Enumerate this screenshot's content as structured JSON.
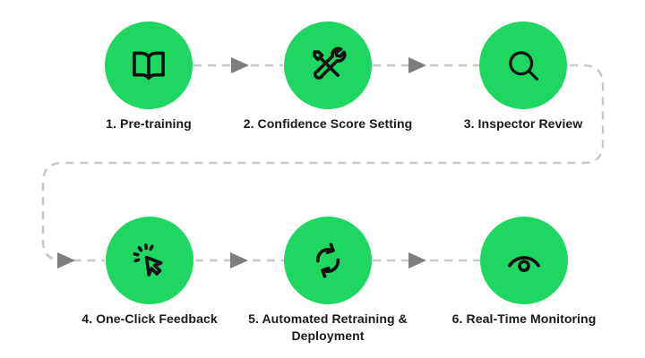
{
  "diagram": {
    "title": "model lifecycle flow",
    "colors": {
      "accent_green": "#1ed760",
      "icon_color": "#111111",
      "label_color": "#1a1a1a",
      "connector_color": "#c9c9c9",
      "arrowhead_color": "#7d7d7d",
      "background": "#ffffff"
    },
    "connector_style": "dashed",
    "steps": [
      {
        "label": "1. Pre-training",
        "icon": "open-book-icon"
      },
      {
        "label": "2. Confidence Score Setting",
        "icon": "crossed-tools-icon"
      },
      {
        "label": "3. Inspector Review",
        "icon": "magnifier-icon"
      },
      {
        "label": "4. One-Click Feedback",
        "icon": "cursor-click-icon"
      },
      {
        "label": "5. Automated Retraining & Deployment",
        "icon": "sync-arrows-icon"
      },
      {
        "label": "6. Real-Time Monitoring",
        "icon": "monitoring-eye-icon"
      }
    ]
  }
}
